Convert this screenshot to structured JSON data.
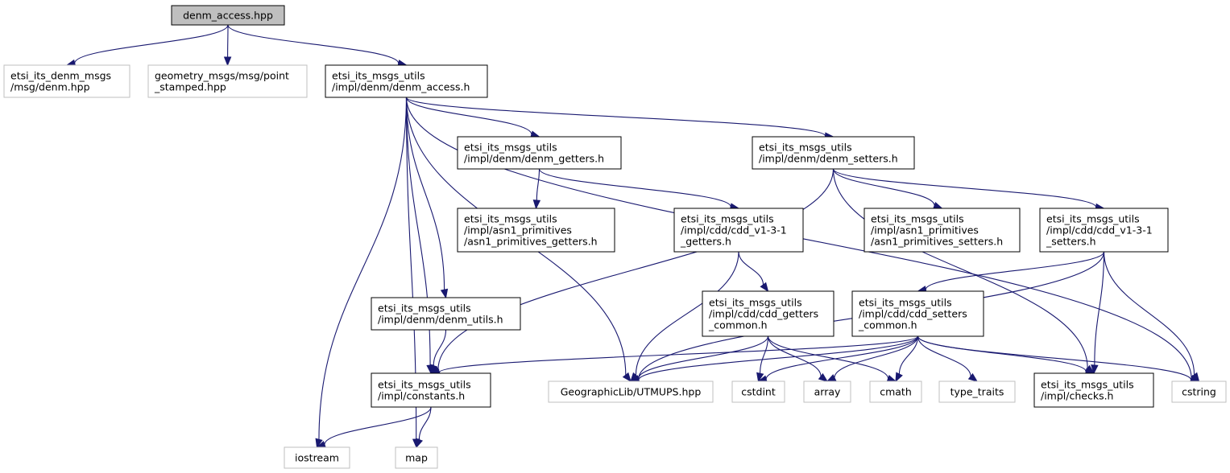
{
  "nodes": {
    "root": {
      "label": [
        "denm_access.hpp"
      ],
      "kind": "root"
    },
    "denm_msgs": {
      "label": [
        "etsi_its_denm_msgs",
        "/msg/denm.hpp"
      ],
      "kind": "external"
    },
    "point_stamped": {
      "label": [
        "geometry_msgs/msg/point",
        "_stamped.hpp"
      ],
      "kind": "external"
    },
    "denm_access_h": {
      "label": [
        "etsi_its_msgs_utils",
        "/impl/denm/denm_access.h"
      ],
      "kind": "internal"
    },
    "denm_getters": {
      "label": [
        "etsi_its_msgs_utils",
        "/impl/denm/denm_getters.h"
      ],
      "kind": "internal"
    },
    "denm_setters": {
      "label": [
        "etsi_its_msgs_utils",
        "/impl/denm/denm_setters.h"
      ],
      "kind": "internal"
    },
    "asn1_getters": {
      "label": [
        "etsi_its_msgs_utils",
        "/impl/asn1_primitives",
        "/asn1_primitives_getters.h"
      ],
      "kind": "internal"
    },
    "cdd_getters": {
      "label": [
        "etsi_its_msgs_utils",
        "/impl/cdd/cdd_v1-3-1",
        "_getters.h"
      ],
      "kind": "internal"
    },
    "asn1_setters": {
      "label": [
        "etsi_its_msgs_utils",
        "/impl/asn1_primitives",
        "/asn1_primitives_setters.h"
      ],
      "kind": "internal"
    },
    "cdd_setters": {
      "label": [
        "etsi_its_msgs_utils",
        "/impl/cdd/cdd_v1-3-1",
        "_setters.h"
      ],
      "kind": "internal"
    },
    "denm_utils": {
      "label": [
        "etsi_its_msgs_utils",
        "/impl/denm/denm_utils.h"
      ],
      "kind": "internal"
    },
    "cdd_getters_common": {
      "label": [
        "etsi_its_msgs_utils",
        "/impl/cdd/cdd_getters",
        "_common.h"
      ],
      "kind": "internal"
    },
    "cdd_setters_common": {
      "label": [
        "etsi_its_msgs_utils",
        "/impl/cdd/cdd_setters",
        "_common.h"
      ],
      "kind": "internal"
    },
    "constants": {
      "label": [
        "etsi_its_msgs_utils",
        "/impl/constants.h"
      ],
      "kind": "internal"
    },
    "utmups": {
      "label": [
        "GeographicLib/UTMUPS.hpp"
      ],
      "kind": "external"
    },
    "cstdint": {
      "label": [
        "cstdint"
      ],
      "kind": "external"
    },
    "array": {
      "label": [
        "array"
      ],
      "kind": "external"
    },
    "cmath": {
      "label": [
        "cmath"
      ],
      "kind": "external"
    },
    "type_traits": {
      "label": [
        "type_traits"
      ],
      "kind": "external"
    },
    "checks": {
      "label": [
        "etsi_its_msgs_utils",
        "/impl/checks.h"
      ],
      "kind": "internal"
    },
    "cstring": {
      "label": [
        "cstring"
      ],
      "kind": "external"
    },
    "iostream": {
      "label": [
        "iostream"
      ],
      "kind": "external"
    },
    "map": {
      "label": [
        "map"
      ],
      "kind": "external"
    }
  },
  "edges": [
    [
      "root",
      "denm_msgs"
    ],
    [
      "root",
      "point_stamped"
    ],
    [
      "root",
      "denm_access_h"
    ],
    [
      "denm_access_h",
      "denm_getters"
    ],
    [
      "denm_access_h",
      "denm_setters"
    ],
    [
      "denm_access_h",
      "cstring"
    ],
    [
      "denm_access_h",
      "iostream"
    ],
    [
      "denm_access_h",
      "map"
    ],
    [
      "denm_access_h",
      "constants"
    ],
    [
      "denm_access_h",
      "denm_utils"
    ],
    [
      "denm_access_h",
      "utmups"
    ],
    [
      "denm_getters",
      "asn1_getters"
    ],
    [
      "denm_getters",
      "cdd_getters"
    ],
    [
      "denm_setters",
      "asn1_setters"
    ],
    [
      "denm_setters",
      "cdd_setters"
    ],
    [
      "denm_setters",
      "constants"
    ],
    [
      "denm_setters",
      "checks"
    ],
    [
      "cdd_getters",
      "cdd_getters_common"
    ],
    [
      "cdd_getters",
      "utmups"
    ],
    [
      "cdd_setters",
      "cdd_setters_common"
    ],
    [
      "cdd_setters",
      "utmups"
    ],
    [
      "cdd_setters",
      "checks"
    ],
    [
      "cdd_setters",
      "cstring"
    ],
    [
      "denm_utils",
      "constants"
    ],
    [
      "cdd_getters_common",
      "utmups"
    ],
    [
      "cdd_getters_common",
      "cstdint"
    ],
    [
      "cdd_getters_common",
      "array"
    ],
    [
      "cdd_getters_common",
      "cmath"
    ],
    [
      "cdd_setters_common",
      "constants"
    ],
    [
      "cdd_setters_common",
      "utmups"
    ],
    [
      "cdd_setters_common",
      "cstdint"
    ],
    [
      "cdd_setters_common",
      "array"
    ],
    [
      "cdd_setters_common",
      "cmath"
    ],
    [
      "cdd_setters_common",
      "type_traits"
    ],
    [
      "cdd_setters_common",
      "checks"
    ],
    [
      "cdd_setters_common",
      "cstring"
    ],
    [
      "constants",
      "iostream"
    ],
    [
      "constants",
      "map"
    ]
  ]
}
